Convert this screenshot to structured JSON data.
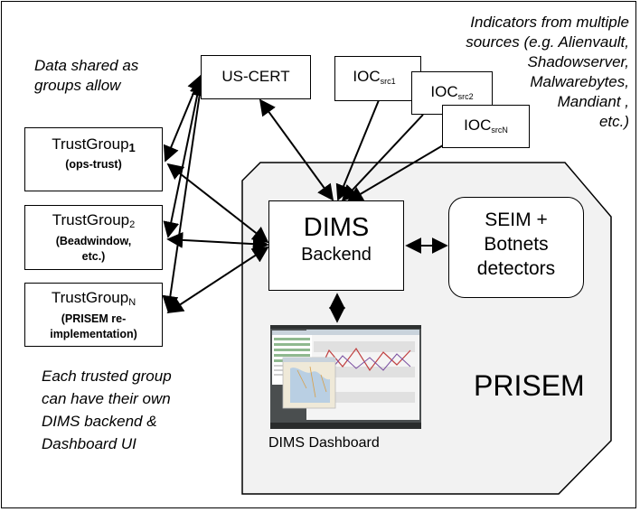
{
  "notes": {
    "data_shared": [
      "Data shared as",
      "groups allow"
    ],
    "indicators": [
      "Indicators from multiple",
      "sources (e.g. Alienvault,",
      "Shadowserver,",
      "Malwarebytes,",
      "Mandiant ,",
      "etc.)"
    ],
    "trusted_group": [
      "Each trusted group",
      "can have their own",
      "DIMS backend &",
      "Dashboard UI"
    ]
  },
  "nodes": {
    "us_cert": "US-CERT",
    "ioc_base": "IOC",
    "ioc1_sub": "src1",
    "ioc2_sub": "src2",
    "iocn_sub": "srcN",
    "trustgroup_base": "TrustGroup",
    "tg1_sub": "1",
    "tg1_desc": "(ops-trust)",
    "tg2_sub": "2",
    "tg2_desc": [
      "(Beadwindow,",
      "etc.)"
    ],
    "tgn_sub": "N",
    "tgn_desc": [
      "(PRISEM re-",
      "implementation)"
    ],
    "dims_backend": [
      "DIMS",
      "Backend"
    ],
    "seim": [
      "SEIM +",
      "Botnets",
      "detectors"
    ],
    "prisem": "PRISEM",
    "dims_dashboard": "DIMS Dashboard"
  },
  "colors": {
    "prisem_fill": "#f2f2f2",
    "line": "#000000",
    "dashboard_bg": "#4a4e4f"
  }
}
